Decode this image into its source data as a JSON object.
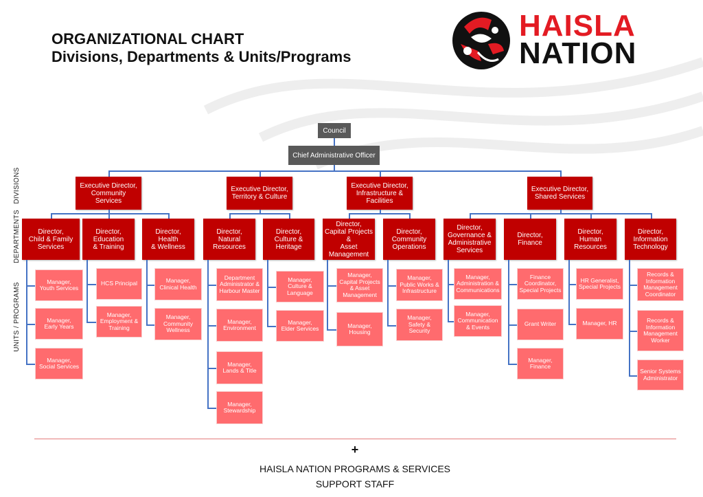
{
  "header": {
    "title_line1": "ORGANIZATIONAL CHART",
    "title_line2": "Divisions, Departments & Units/Programs"
  },
  "logo": {
    "line1": "HAISLA",
    "line2": "NATION"
  },
  "side_labels": {
    "divisions": "DIVISIONS",
    "departments": "DEPARTMENTS",
    "units": "UNITS / PROGRAMS"
  },
  "council": "Council",
  "cao": "Chief Administrative Officer",
  "divisions": [
    {
      "title": "Executive Director,\nCommunity\nServices",
      "departments": [
        {
          "title": "Director,\nChild & Family\nServices",
          "units": [
            "Manager,\nYouth Services",
            "Manager,\nEarly Years",
            "Manager,\nSocial Services"
          ]
        },
        {
          "title": "Director,\nEducation\n& Training",
          "units": [
            "HCS Principal",
            "Manager,\nEmployment &\nTraining"
          ]
        },
        {
          "title": "Director,\nHealth\n& Wellness",
          "units": [
            "Manager,\nClinical Health",
            "Manager,\nCommunity\nWellness"
          ]
        }
      ]
    },
    {
      "title": "Executive Director,\nTerritory & Culture",
      "departments": [
        {
          "title": "Director,\nNatural\nResources",
          "units": [
            "Department\nAdministrator &\nHarbour Master",
            "Manager,\nEnvironment",
            "Manager,\nLands & Title",
            "Manager,\nStewardship"
          ]
        },
        {
          "title": "Director,\nCulture &\nHeritage",
          "units": [
            "Manager,\nCulture  &\nLanguage",
            "Manager,\nElder Services"
          ]
        }
      ]
    },
    {
      "title": "Executive Director,\nInfrastructure &\nFacilities",
      "departments": [
        {
          "title": "Director,\nCapital Projects &\nAsset\nManagement",
          "units": [
            "Manager,\nCapital Projects\n& Asset\nManagement",
            "Manager,\nHousing"
          ]
        },
        {
          "title": "Director,\nCommunity\nOperations",
          "units": [
            "Manager,\nPublic Works &\nInfrastructure",
            "Manager,\nSafety &\nSecurity"
          ]
        }
      ]
    },
    {
      "title": "Executive Director,\nShared Services",
      "departments": [
        {
          "title": "Director,\nGovernance &\nAdministrative\nServices",
          "units": [
            "Manager,\nAdministration &\nCommunications",
            "Manager,\nCommunication\n& Events"
          ]
        },
        {
          "title": "Director,\nFinance",
          "units": [
            "Finance\nCoordinator,\nSpecial Projects",
            "Grant Writer",
            "Manager,\nFinance"
          ]
        },
        {
          "title": "Director,\nHuman\nResources",
          "units": [
            "HR Generalist,\nSpecial Projects",
            "Manager,  HR"
          ]
        },
        {
          "title": "Director,\nInformation\nTechnology",
          "units": [
            "Records &\nInformation\nManagement\nCoordinator",
            "Records &\nInformation\nManagement\nWorker",
            "Senior Systems\nAdministrator"
          ]
        }
      ]
    }
  ],
  "footer": {
    "plus": "+",
    "line1": "HAISLA NATION  PROGRAMS & SERVICES",
    "line2": "SUPPORT STAFF"
  },
  "colors": {
    "division": "#C00000",
    "department": "#C00000",
    "unit": "#FF6B6E",
    "connector": "#4472C4",
    "leadership": "#595959"
  }
}
